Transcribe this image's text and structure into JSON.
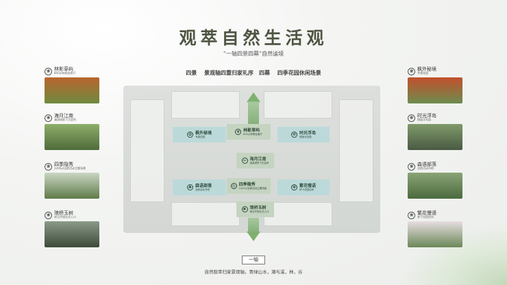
{
  "title": "观萃自然生活观",
  "subtitle": "“一轴四景四幕”自然谧境",
  "tagline": "四景 景观轴四重归家礼序　四幕 四季花园休闲场景",
  "left_cards": [
    {
      "title": "林影草屿",
      "desc": "800㎡林荫会客厅",
      "icon": "leaf-icon",
      "colors": [
        "#b8652e",
        "#6f8a3f"
      ]
    },
    {
      "title": "海月江南",
      "desc": "漫游绿意下沉会所",
      "icon": "wave-icon",
      "colors": [
        "#8fae6a",
        "#4e6b3a"
      ]
    },
    {
      "title": "四季隐秀",
      "desc": "1200㎡全龄活动主题场景",
      "icon": "sun-icon",
      "colors": [
        "#c9d6c4",
        "#5f7b48"
      ]
    },
    {
      "title": "琅桥玉树",
      "desc": "琅玉环绕仪式入口",
      "icon": "tree-icon",
      "colors": [
        "#8a9a88",
        "#3e4a3a"
      ]
    }
  ],
  "right_cards": [
    {
      "title": "枫外秘境",
      "desc": "专属花园",
      "icon": "maple-icon",
      "colors": [
        "#c2502c",
        "#6d8c4e"
      ]
    },
    {
      "title": "时光浮岛",
      "desc": "镜面浮岛园",
      "icon": "flower-icon",
      "colors": [
        "#7f9a6a",
        "#4a5a43"
      ]
    },
    {
      "title": "森语部落",
      "desc": "全龄活动书吧",
      "icon": "forest-icon",
      "colors": [
        "#8aa476",
        "#4b6a3d"
      ]
    },
    {
      "title": "繁花慢语",
      "desc": "林下花园空间",
      "icon": "blossom-icon",
      "colors": [
        "#e6dde0",
        "#6b8858"
      ]
    }
  ],
  "map_boxes": [
    {
      "title": "枫外秘境",
      "desc": "专属花园",
      "icon": "✿"
    },
    {
      "title": "林影草屿",
      "desc": "800㎡林荫会客厅",
      "icon": "❦"
    },
    {
      "title": "时光浮岛",
      "desc": "镜面浮岛园",
      "icon": "❁"
    },
    {
      "title": "海月江南",
      "desc": "漫游绿意下沉会所",
      "icon": "≈"
    },
    {
      "title": "森语部落",
      "desc": "全龄活动书吧",
      "icon": "♣"
    },
    {
      "title": "四季隐秀",
      "desc": "1200㎡全龄活动主题场景",
      "icon": "◎"
    },
    {
      "title": "繁花慢语",
      "desc": "林下花园空间",
      "icon": "✾"
    },
    {
      "title": "琅桥玉树",
      "desc": "琅玉环绕仪式入口",
      "icon": "♠"
    }
  ],
  "axis": {
    "label": "一轴",
    "desc": "自然隐萃归家景观轴，青绿山水，潮与溪，林，谷"
  }
}
